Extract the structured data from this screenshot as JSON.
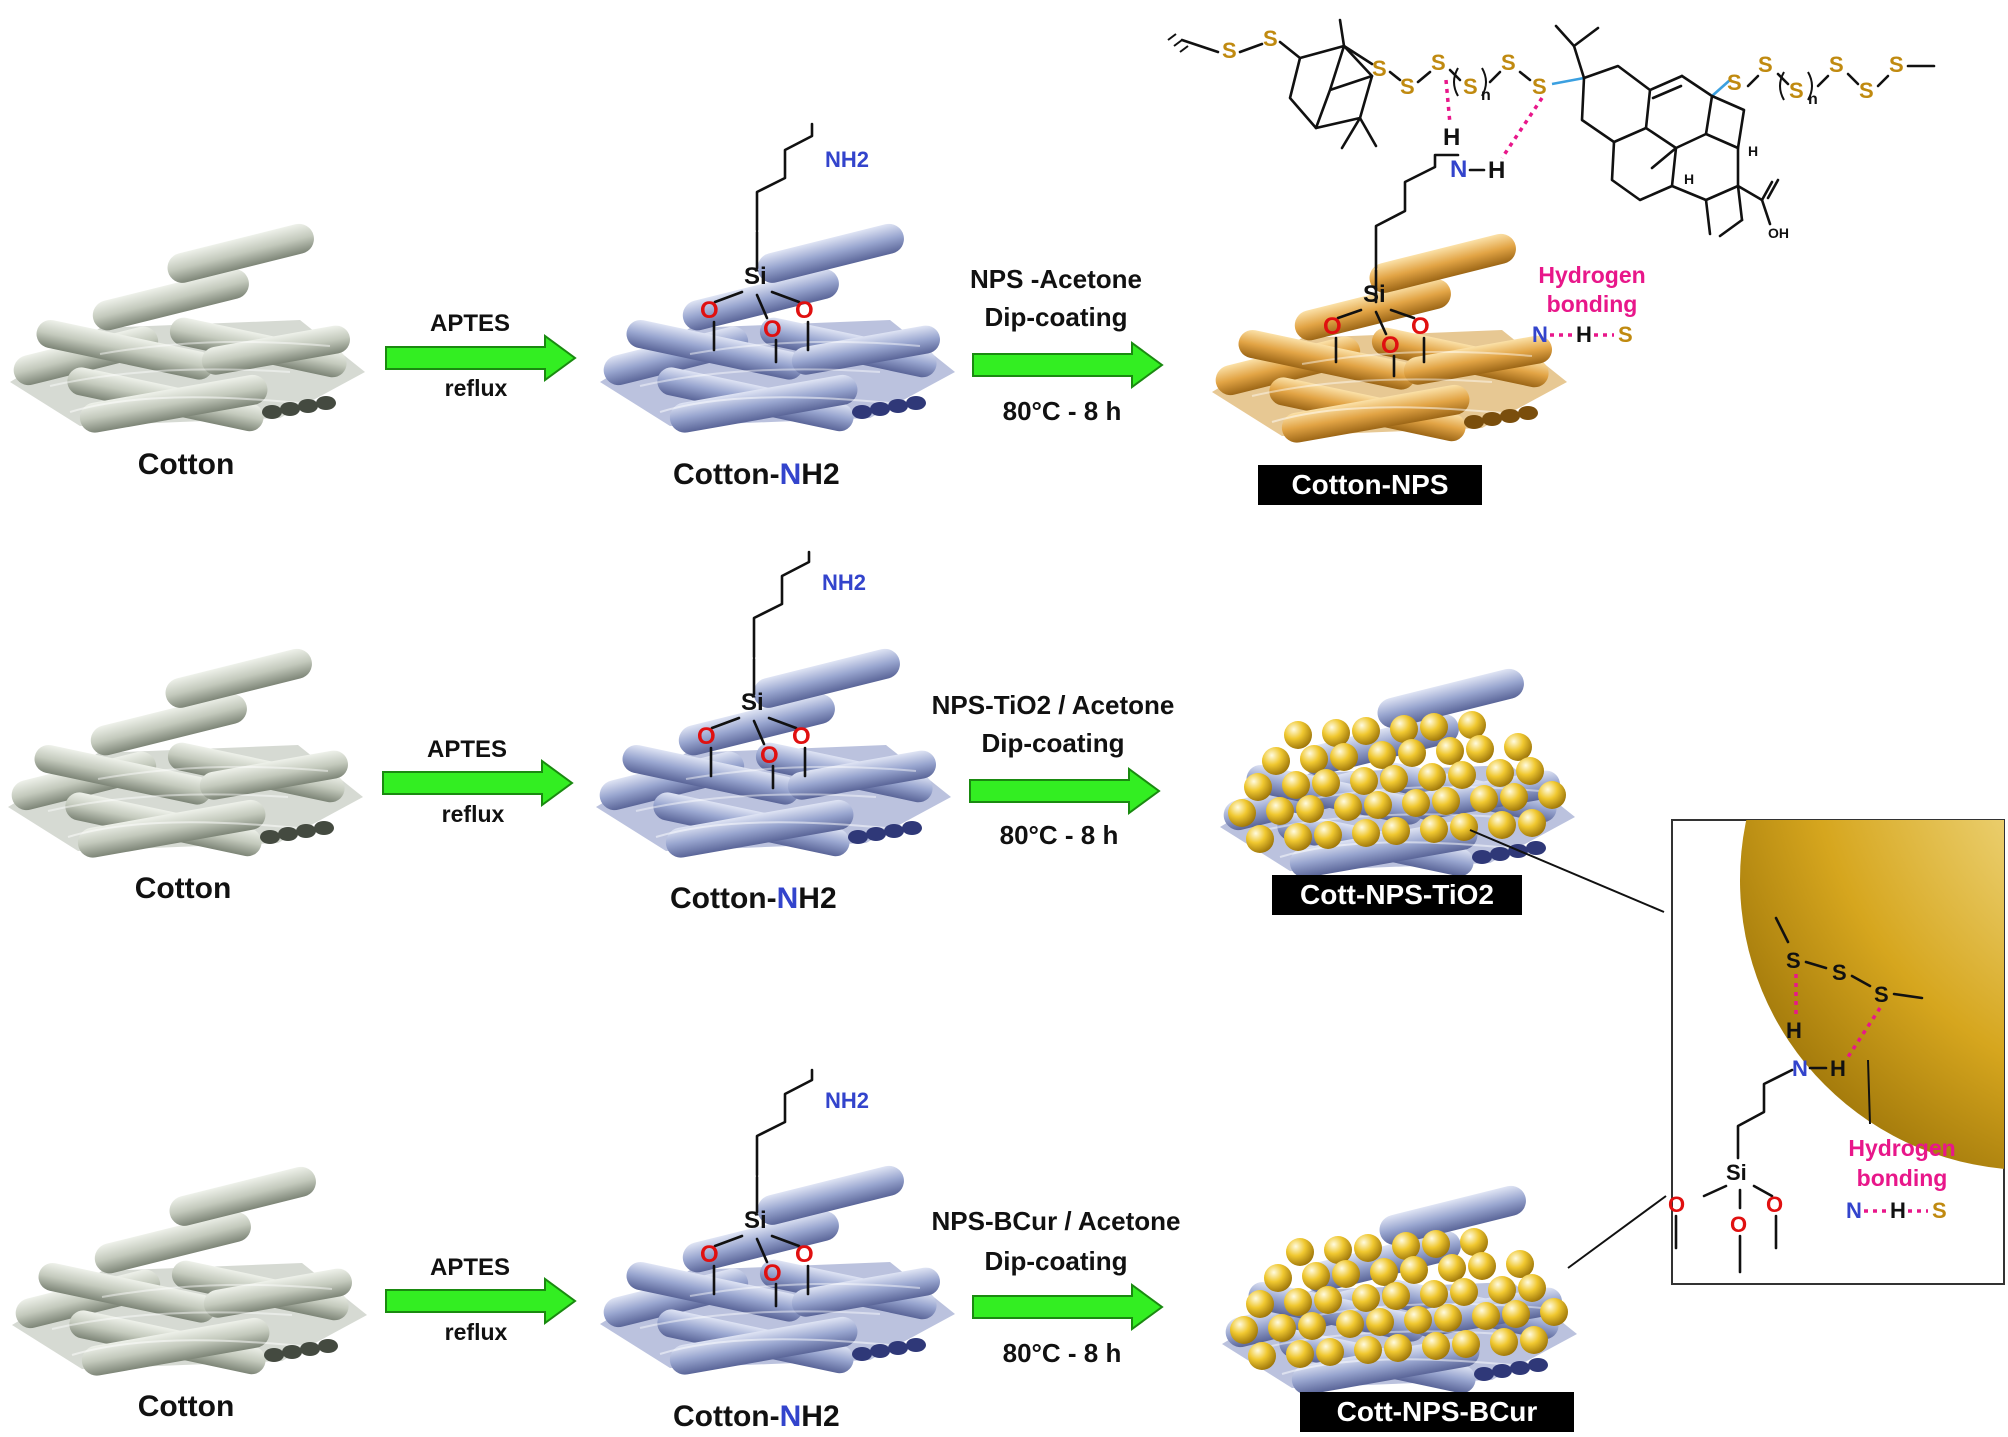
{
  "rows": [
    {
      "start_label": "Cotton",
      "arrow1_top": "APTES",
      "arrow1_bottom": "reflux",
      "middle_label_prefix": "Cotton-",
      "middle_label_n": "N",
      "middle_label_suffix": "H2",
      "nh2_label": "NH2",
      "arrow2_line1": "NPS -Acetone",
      "arrow2_line2": "Dip-coating",
      "arrow2_bottom": "80°C - 8 h",
      "product_label": "Cotton-NPS"
    },
    {
      "start_label": "Cotton",
      "arrow1_top": "APTES",
      "arrow1_bottom": "reflux",
      "middle_label_prefix": "Cotton-",
      "middle_label_n": "N",
      "middle_label_suffix": "H2",
      "nh2_label": "NH2",
      "arrow2_line1": "NPS-TiO2 / Acetone",
      "arrow2_line2": "Dip-coating",
      "arrow2_bottom": "80°C - 8 h",
      "product_label": "Cott-NPS-TiO2"
    },
    {
      "start_label": "Cotton",
      "arrow1_top": "APTES",
      "arrow1_bottom": "reflux",
      "middle_label_prefix": "Cotton-",
      "middle_label_n": "N",
      "middle_label_suffix": "H2",
      "nh2_label": "NH2",
      "arrow2_line1": "NPS-BCur / Acetone",
      "arrow2_line2": "Dip-coating",
      "arrow2_bottom": "80°C - 8 h",
      "product_label": "Cott-NPS-BCur"
    }
  ],
  "hbond_legend": {
    "title_line1": "Hydrogen",
    "title_line2": "bonding",
    "n": "N",
    "h": "H",
    "s": "S"
  },
  "atoms": {
    "si": "Si",
    "o": "O",
    "s": "S",
    "h": "H",
    "n": "N",
    "oh": "OH",
    "sub_n": "n"
  },
  "colors": {
    "arrow_green": "#33ee22",
    "nitrogen_blue": "#3344cc",
    "sulfur_gold": "#c08a10",
    "oxygen_red": "#e01010",
    "hbond_pink": "#e8178a",
    "cotton_gray": "#c9cfc4",
    "amine_cotton": "#9aa6d0",
    "nps_cotton": "#e0a040",
    "particle_gold": "#e8b820"
  }
}
